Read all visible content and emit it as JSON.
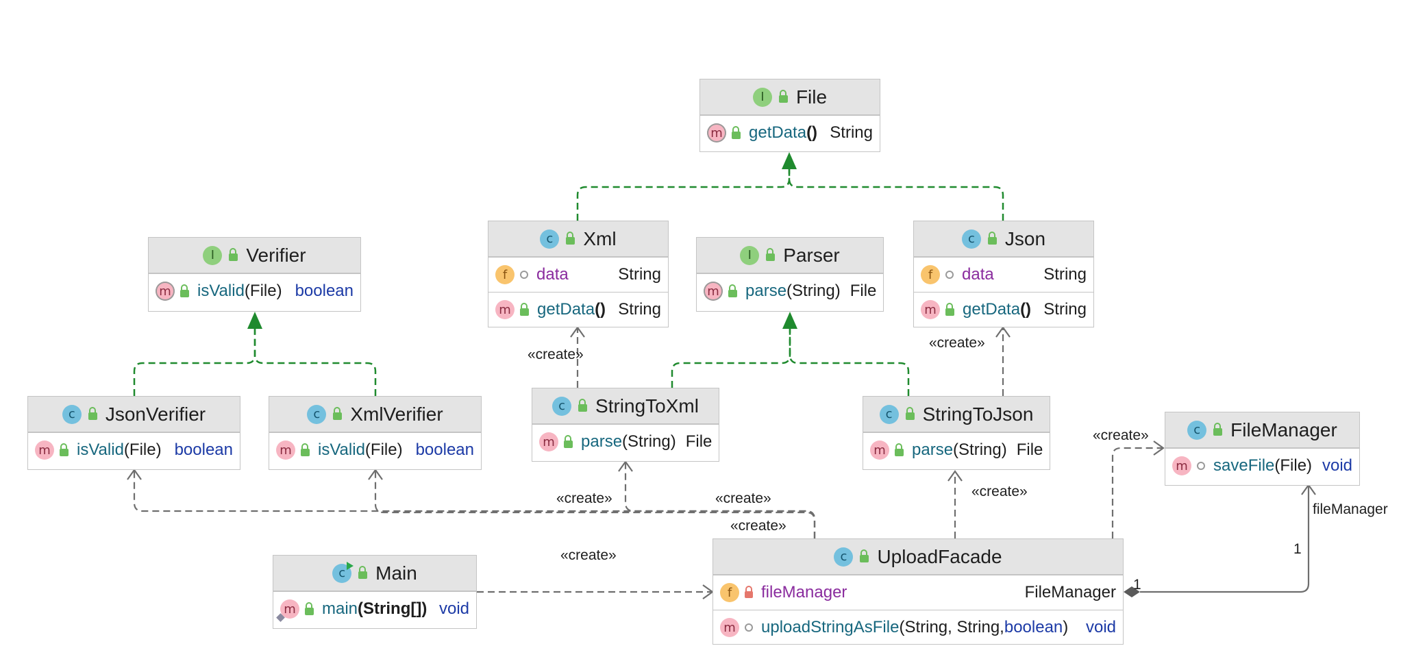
{
  "diagram": {
    "nodes": {
      "file": {
        "name": "File",
        "kind": "I",
        "methods": [
          {
            "name": "getData",
            "params": "()",
            "returns": "String"
          }
        ]
      },
      "verifier": {
        "name": "Verifier",
        "kind": "I",
        "methods": [
          {
            "name": "isValid",
            "params": "(File)",
            "returns": "boolean"
          }
        ]
      },
      "xml": {
        "name": "Xml",
        "kind": "C",
        "fields": [
          {
            "name": "data",
            "type": "String"
          }
        ],
        "methods": [
          {
            "name": "getData",
            "params": "()",
            "returns": "String"
          }
        ]
      },
      "parser": {
        "name": "Parser",
        "kind": "I",
        "methods": [
          {
            "name": "parse",
            "params": "(String)",
            "returns": "File"
          }
        ]
      },
      "json": {
        "name": "Json",
        "kind": "C",
        "fields": [
          {
            "name": "data",
            "type": "String"
          }
        ],
        "methods": [
          {
            "name": "getData",
            "params": "()",
            "returns": "String"
          }
        ]
      },
      "jsonverifier": {
        "name": "JsonVerifier",
        "kind": "C",
        "methods": [
          {
            "name": "isValid",
            "params": "(File)",
            "returns": "boolean"
          }
        ]
      },
      "xmlverifier": {
        "name": "XmlVerifier",
        "kind": "C",
        "methods": [
          {
            "name": "isValid",
            "params": "(File)",
            "returns": "boolean"
          }
        ]
      },
      "stringtoxml": {
        "name": "StringToXml",
        "kind": "C",
        "methods": [
          {
            "name": "parse",
            "params": "(String)",
            "returns": "File"
          }
        ]
      },
      "stringtojson": {
        "name": "StringToJson",
        "kind": "C",
        "methods": [
          {
            "name": "parse",
            "params": "(String)",
            "returns": "File"
          }
        ]
      },
      "filemanager": {
        "name": "FileManager",
        "kind": "C",
        "methods": [
          {
            "name": "saveFile",
            "params": "(File)",
            "returns": "void"
          }
        ]
      },
      "main": {
        "name": "Main",
        "kind": "C",
        "methods": [
          {
            "name": "main",
            "params": "(String[])",
            "returns": "void"
          }
        ]
      },
      "uploadfacade": {
        "name": "UploadFacade",
        "kind": "C",
        "fields": [
          {
            "name": "fileManager",
            "type": "FileManager"
          }
        ],
        "methods": [
          {
            "name": "uploadStringAsFile",
            "params_pre": "(String, String, ",
            "params_kw": "boolean",
            "params_post": ")",
            "returns": "void"
          }
        ]
      }
    },
    "edge_labels": {
      "create": "«create»",
      "file_manager_role": "fileManager",
      "multiplicity_one": "1"
    },
    "colors": {
      "realization": "#1f8a2e",
      "dependency": "#6e6e6e",
      "association": "#6e6e6e"
    }
  }
}
